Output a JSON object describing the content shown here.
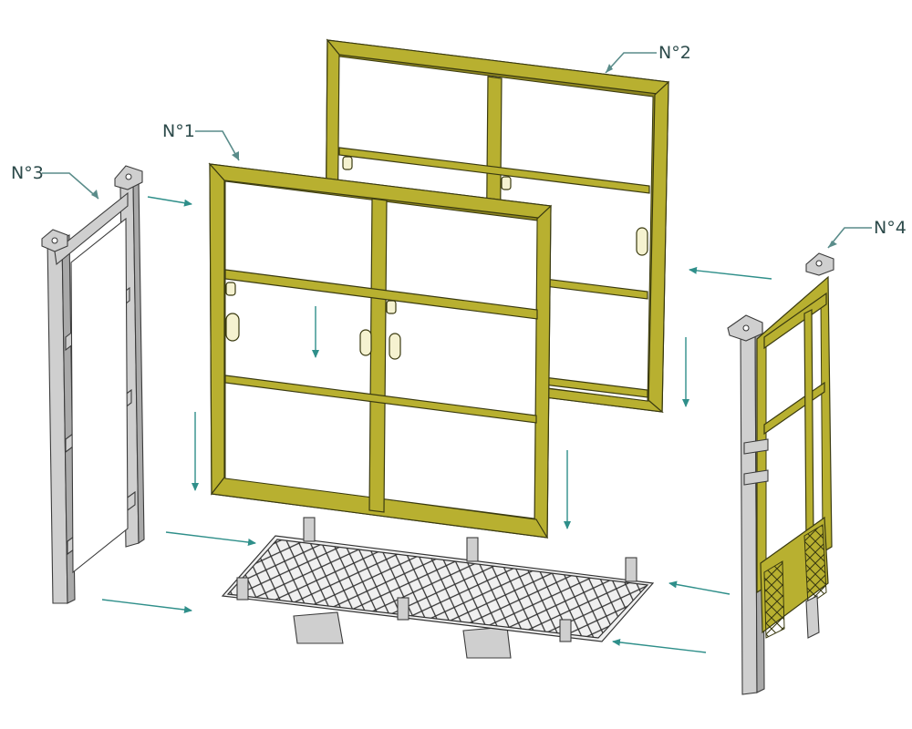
{
  "colors": {
    "frame_yellow": "#b8b030",
    "frame_shadow": "#8e8620",
    "steel_grey": "#cfcfcf",
    "arrow_teal": "#2f8f8a",
    "label_text": "#2c4a4a"
  },
  "labels": {
    "n1": "N°1",
    "n2": "N°2",
    "n3": "N°3",
    "n4": "N°4"
  }
}
